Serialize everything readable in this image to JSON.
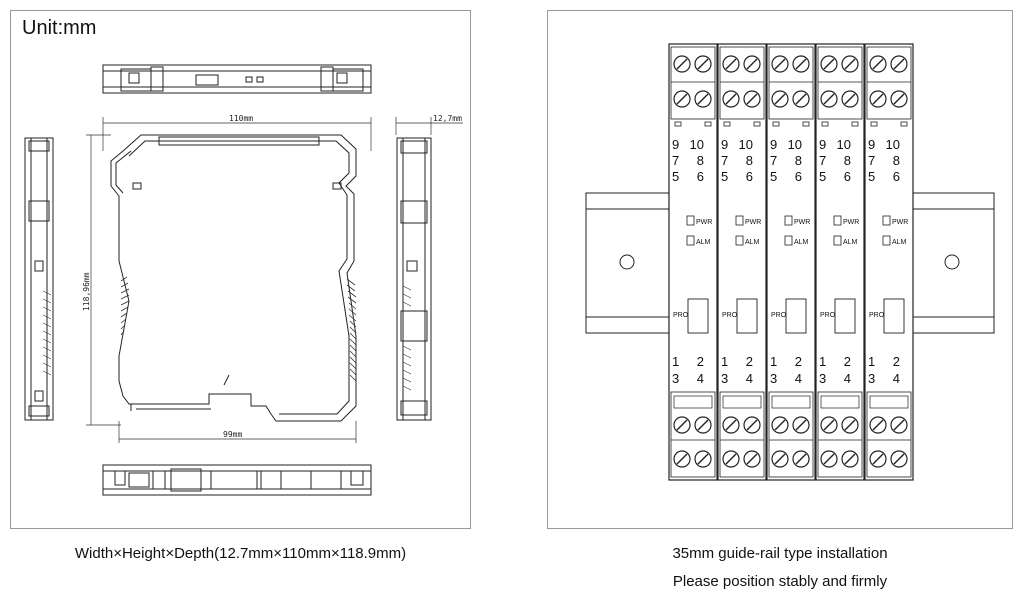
{
  "left_panel": {
    "unit_label": "Unit:mm",
    "dim_width": "110mm",
    "dim_depth_side": "12,7mm",
    "dim_height": "118,96mm",
    "dim_bottom": "99mm"
  },
  "right_panel": {
    "module_count": 5,
    "terminal_top_rows": [
      [
        "9",
        "10"
      ],
      [
        "7",
        "8"
      ],
      [
        "5",
        "6"
      ]
    ],
    "terminal_bottom_rows": [
      [
        "1",
        "2"
      ],
      [
        "3",
        "4"
      ]
    ],
    "indicator_pwr": "PWR",
    "indicator_alm": "ALM",
    "pro_label": "PRO"
  },
  "captions": {
    "left": "Width×Height×Depth(12.7mm×110mm×118.9mm)",
    "right_line1": "35mm guide-rail type installation",
    "right_line2": "Please position stably and firmly"
  },
  "icons": [
    "screw-terminal-icon",
    "din-rail-mount-hole-icon"
  ]
}
